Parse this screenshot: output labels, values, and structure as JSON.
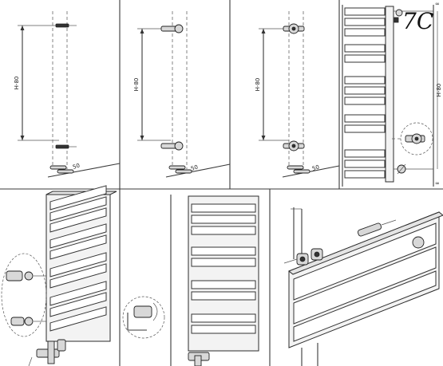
{
  "dims": {
    "height": "H-80",
    "spacing": "50"
  },
  "handwriting": "7C",
  "side_marks": {
    "top": "∞",
    "mid": "H-80",
    "bottom": "∞"
  }
}
